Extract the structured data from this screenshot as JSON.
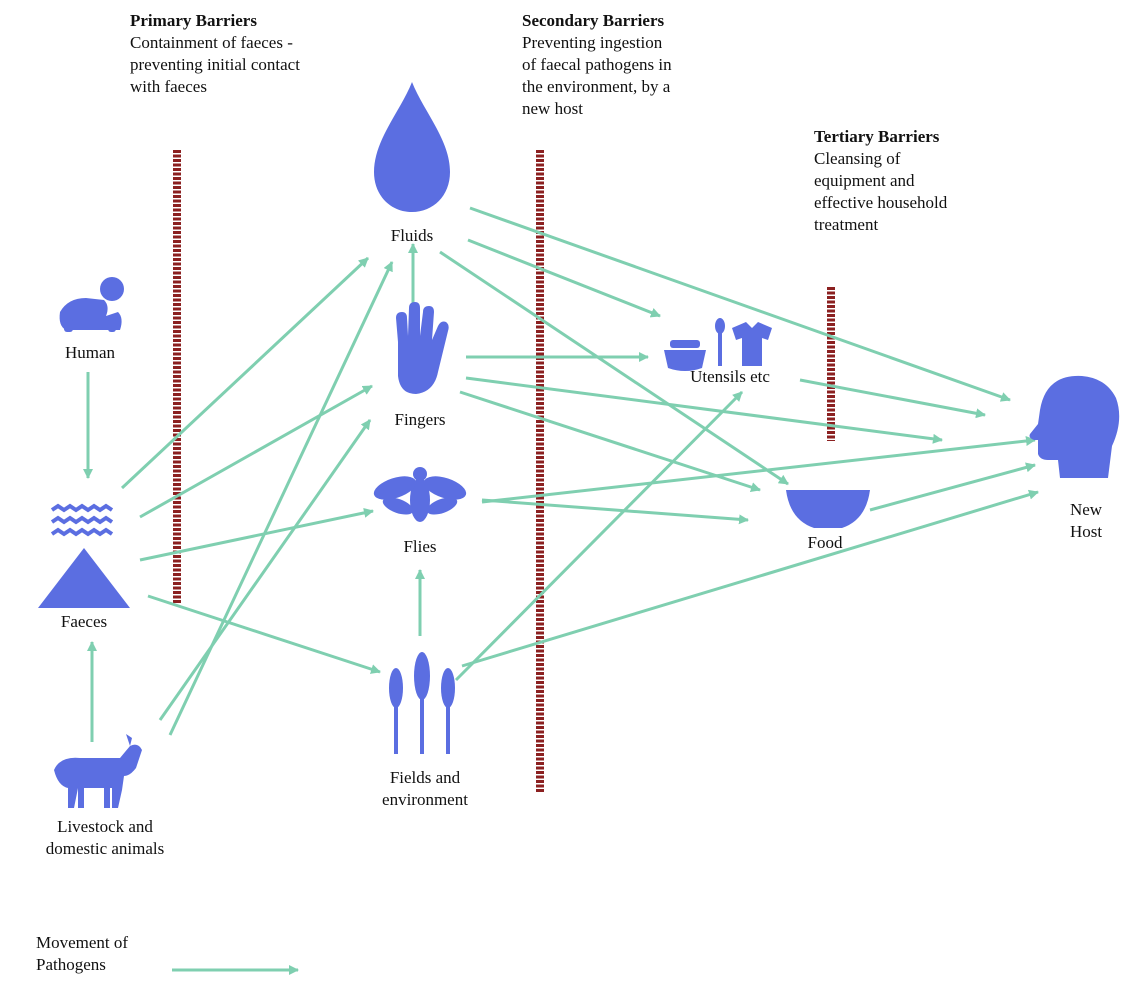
{
  "barriers": {
    "primary": {
      "title": "Primary Barriers",
      "description": "Containment of faeces -\npreventing initial contact\nwith faeces"
    },
    "secondary": {
      "title": "Secondary Barriers",
      "description": "Preventing ingestion\nof faecal pathogens in\nthe environment, by a\nnew host"
    },
    "tertiary": {
      "title": "Tertiary Barriers",
      "description": "Cleansing of\nequipment and\neffective household\ntreatment"
    }
  },
  "nodes": {
    "human": "Human",
    "faeces": "Faeces",
    "livestock": "Livestock and\ndomestic animals",
    "fluids": "Fluids",
    "fingers": "Fingers",
    "flies": "Flies",
    "fields": "Fields and\nenvironment",
    "utensils": "Utensils etc",
    "food": "Food",
    "new_host": "New\nHost"
  },
  "legend": {
    "label": "Movement of\nPathogens"
  },
  "colors": {
    "icon": "#5b6ee1",
    "arrow": "#7fcfb0",
    "barrier": "#8b2020",
    "text": "#111111"
  },
  "icons": {
    "human": "crawling-baby-icon",
    "faeces": "faeces-pile-icon",
    "livestock": "goat-icon",
    "fluids": "water-drop-icon",
    "fingers": "hand-icon",
    "flies": "fly-icon",
    "fields": "wheat-icon",
    "utensils": "pot-spoon-shirt-icon",
    "food": "bowl-icon",
    "new_host": "head-profile-icon"
  }
}
